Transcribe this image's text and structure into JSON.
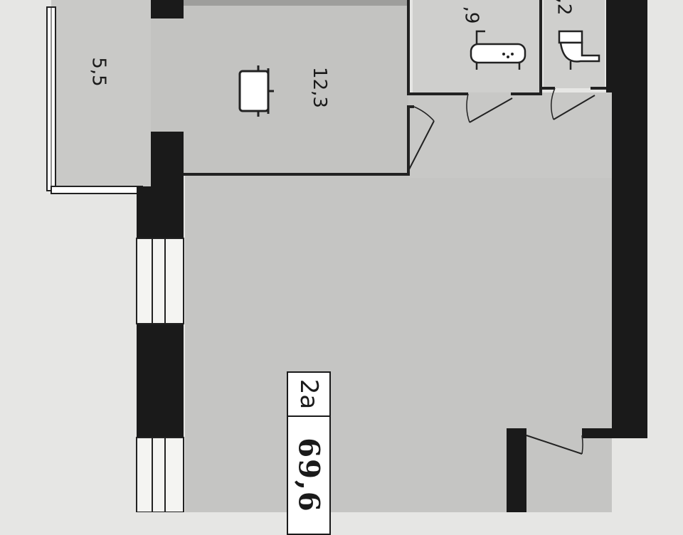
{
  "plan": {
    "apartment_type": "2а",
    "total_area": "69,6",
    "rooms": [
      {
        "id": "balcony",
        "area": "5,5"
      },
      {
        "id": "kitchen",
        "area": "12,3"
      },
      {
        "id": "bathroom",
        "area": ",9"
      },
      {
        "id": "toilet",
        "area": ",2"
      }
    ],
    "icons": [
      "cooking-pot-icon",
      "bathtub-icon",
      "toilet-icon"
    ]
  }
}
